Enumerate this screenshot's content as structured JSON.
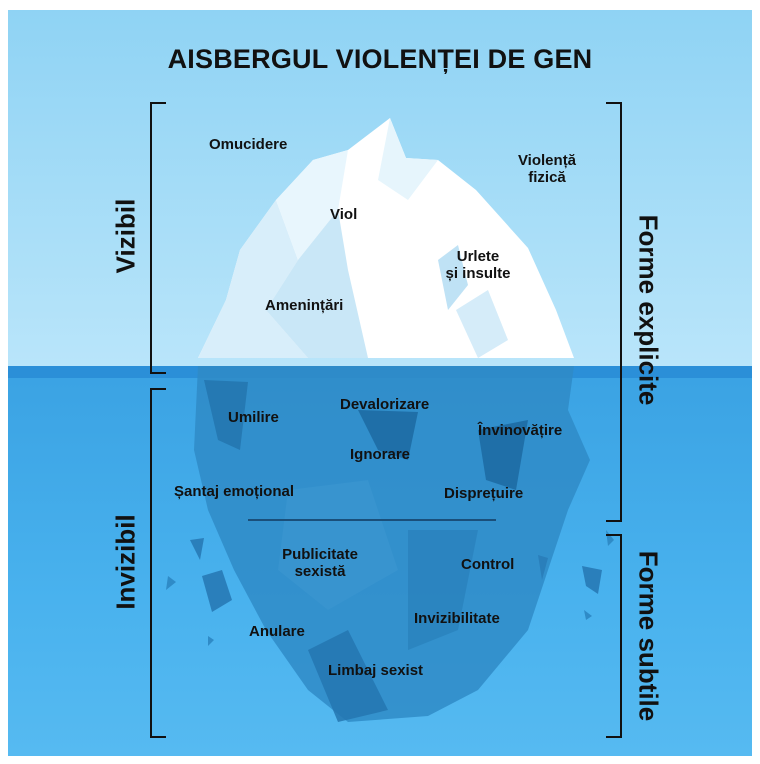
{
  "title": "AISBERGUL VIOLENȚEI DE GEN",
  "sections": {
    "visible": "Vizibil",
    "invisible": "Invizibil",
    "explicit": "Forme explicite",
    "subtle": "Forme subtile"
  },
  "labels": {
    "omucidere": "Omucidere",
    "violenta_fizica_1": "Violență",
    "violenta_fizica_2": "fizică",
    "viol": "Viol",
    "urlete_1": "Urlete",
    "urlete_2": "și insulte",
    "amenintari": "Amenințări",
    "umilire": "Umilire",
    "devalorizare": "Devalorizare",
    "ignorare": "Ignorare",
    "invinovatire": "Învinovățire",
    "santaj": "Șantaj emoțional",
    "dispretuire": "Disprețuire",
    "publicitate_1": "Publicitate",
    "publicitate_2": "sexistă",
    "control": "Control",
    "invizibilitate": "Invizibilitate",
    "anulare": "Anulare",
    "limbaj": "Limbaj sexist"
  },
  "colors": {
    "sky": "#8fd3f4",
    "sea": "#49b2ee",
    "ice_light": "#ffffff",
    "ice_shade": "#cfeaf8",
    "ice_underwater": "#2f8bc7",
    "text": "#111111"
  }
}
